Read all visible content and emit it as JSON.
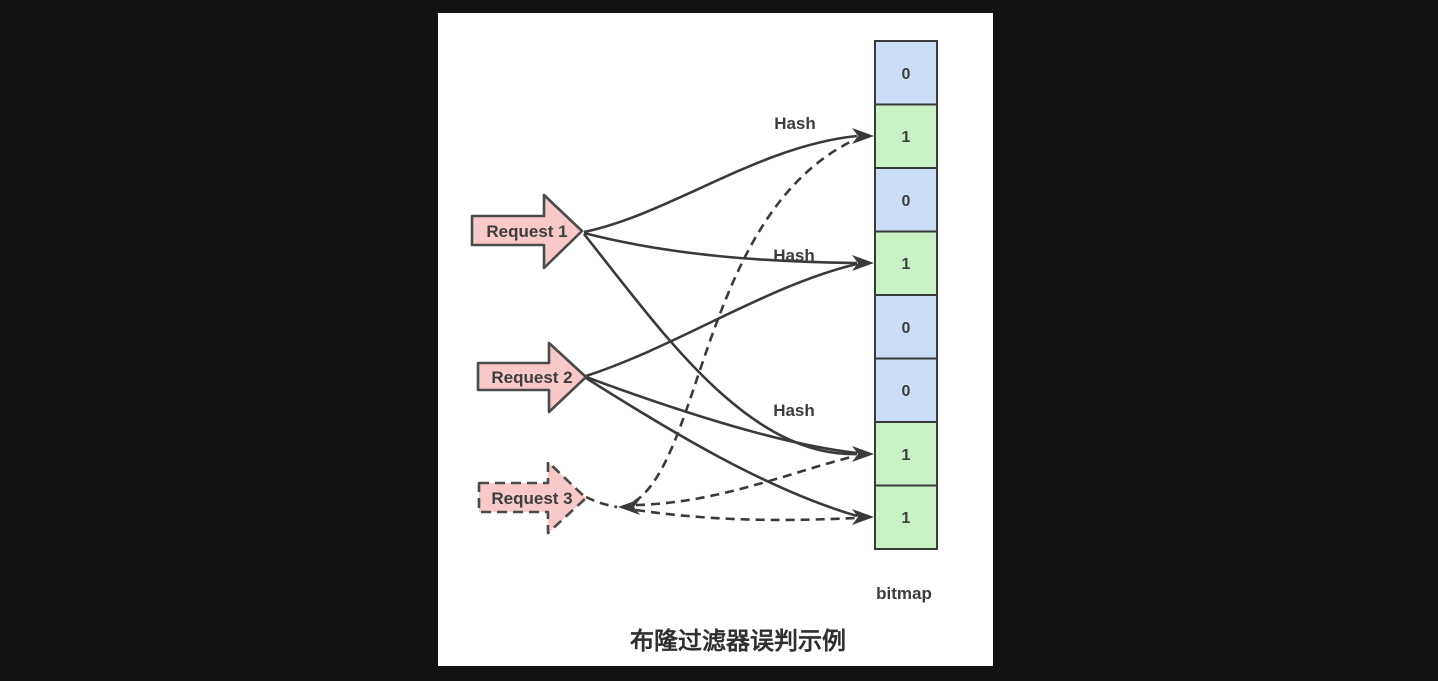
{
  "page": {
    "background": "#121212",
    "panel_background": "#ffffff"
  },
  "diagram": {
    "title": "布隆过滤器误判示例",
    "requests": [
      {
        "label": "Request 1",
        "style": "solid"
      },
      {
        "label": "Request 2",
        "style": "solid"
      },
      {
        "label": "Request 3",
        "style": "dashed"
      }
    ],
    "hash_labels": [
      "Hash",
      "Hash",
      "Hash"
    ],
    "bitmap": {
      "label": "bitmap",
      "cells": [
        {
          "value": "0",
          "color": "#cbdef6"
        },
        {
          "value": "1",
          "color": "#c9f2c6"
        },
        {
          "value": "0",
          "color": "#cbdef6"
        },
        {
          "value": "1",
          "color": "#c9f2c6"
        },
        {
          "value": "0",
          "color": "#cbdef6"
        },
        {
          "value": "0",
          "color": "#cbdef6"
        },
        {
          "value": "1",
          "color": "#c9f2c6"
        },
        {
          "value": "1",
          "color": "#c9f2c6"
        }
      ]
    },
    "edges": {
      "solid": [
        {
          "from": "Request 1",
          "to_cell_index": 1
        },
        {
          "from": "Request 1",
          "to_cell_index": 3
        },
        {
          "from": "Request 1",
          "to_cell_index": 6
        },
        {
          "from": "Request 2",
          "to_cell_index": 3
        },
        {
          "from": "Request 2",
          "to_cell_index": 6
        },
        {
          "from": "Request 2",
          "to_cell_index": 7
        }
      ],
      "dashed": [
        {
          "from": "Request 3",
          "to_cell_index": 1
        },
        {
          "from": "Request 3",
          "to_cell_index": 6
        },
        {
          "from": "Request 3",
          "to_cell_index": 7
        }
      ]
    },
    "colors": {
      "request_fill": "#f9c9c9",
      "cell_zero_fill": "#cbdef6",
      "cell_one_fill": "#c9f2c6",
      "stroke": "#3a3a3a",
      "text": "#3d3d3d"
    }
  }
}
